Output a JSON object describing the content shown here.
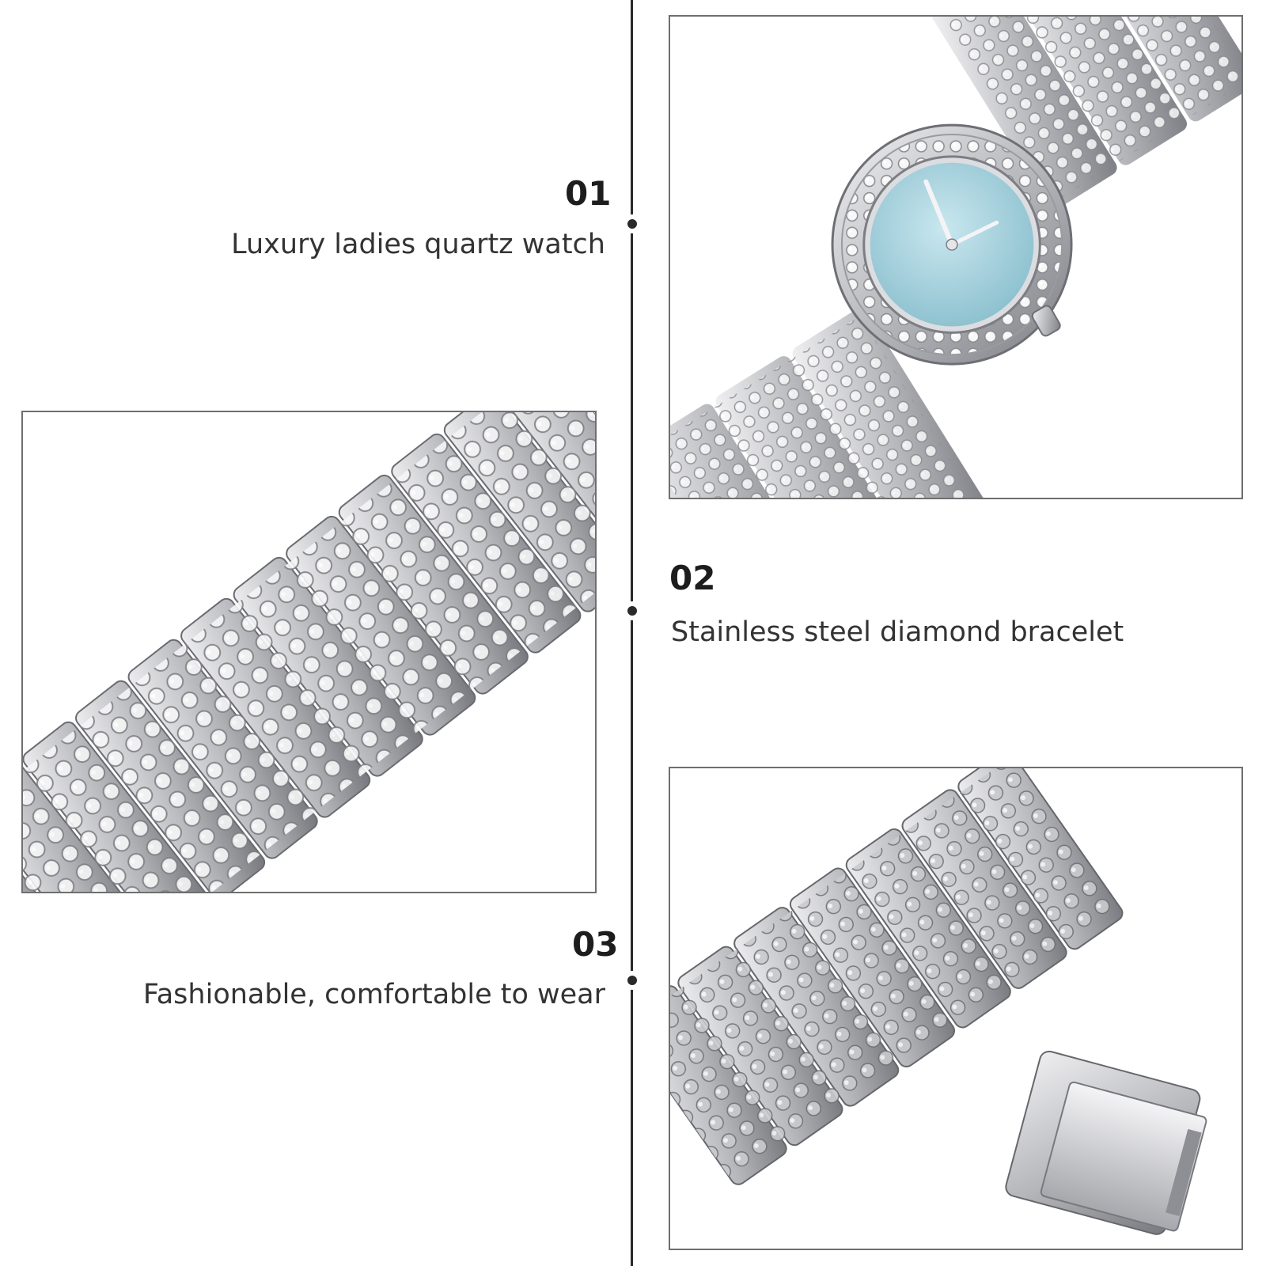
{
  "features": [
    {
      "number": "01",
      "text": "Luxury ladies quartz watch"
    },
    {
      "number": "02",
      "text": "Stainless steel diamond bracelet"
    },
    {
      "number": "03",
      "text": "Fashionable, comfortable to wear"
    }
  ],
  "colors": {
    "line": "#2a2a2a",
    "frame_border": "#6f6f6f",
    "steel_light": "#e8e8ea",
    "steel_mid": "#b8b9bd",
    "steel_dark": "#7d7e84",
    "dial_blue": "#a8d3de"
  },
  "images": [
    {
      "name": "watch-face-photo",
      "subject": "watch case with crystal bezel and light blue dial"
    },
    {
      "name": "bracelet-links-photo",
      "subject": "bracelet links set with crystals"
    },
    {
      "name": "bracelet-clasp-photo",
      "subject": "studded bracelet links with folding clasp"
    }
  ]
}
